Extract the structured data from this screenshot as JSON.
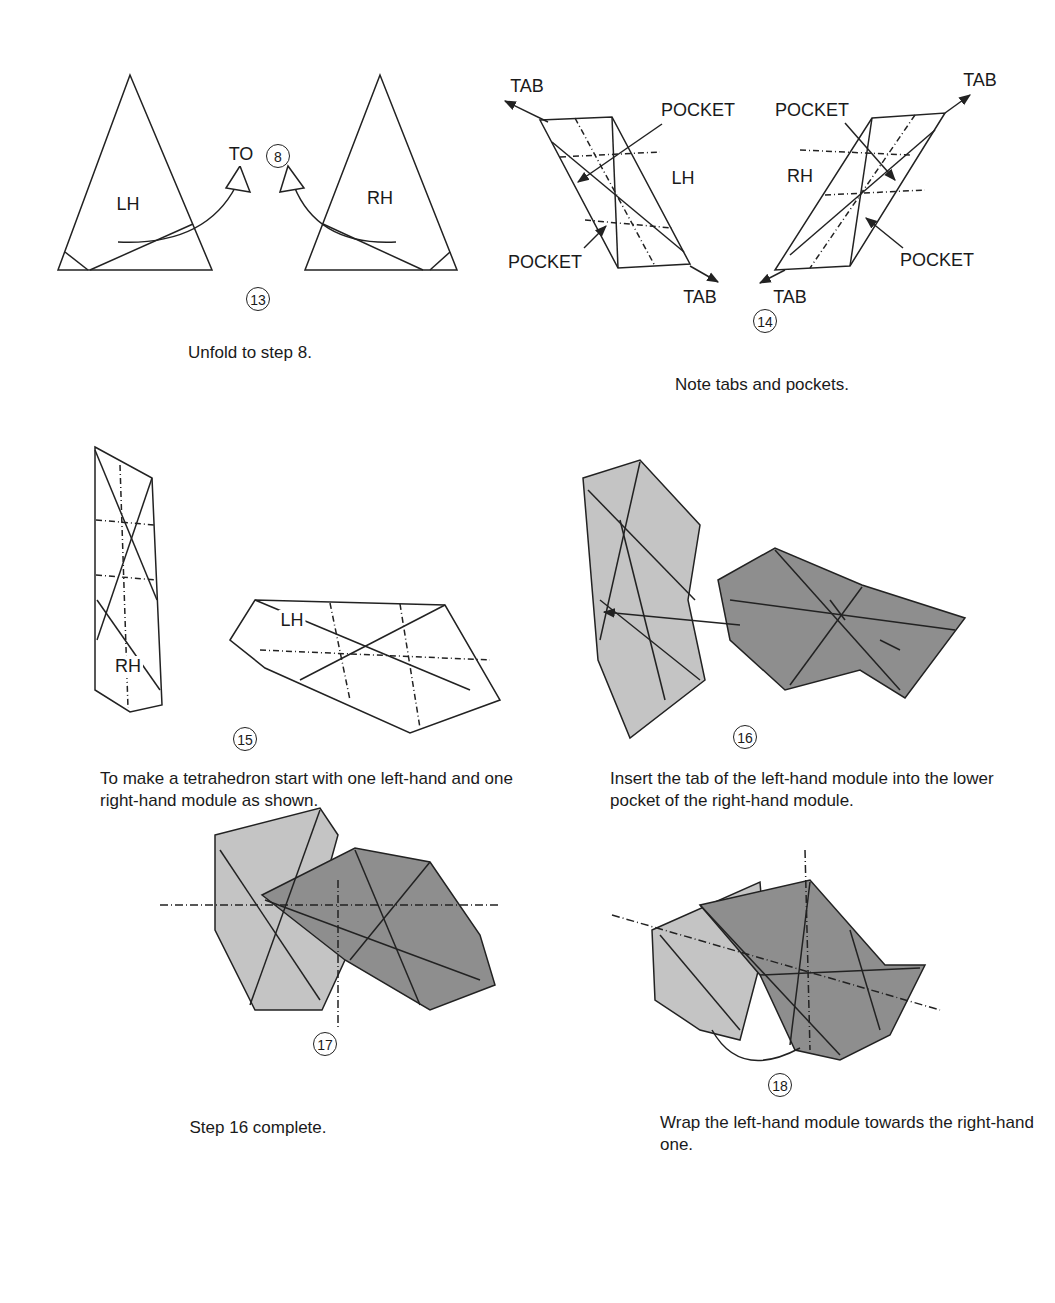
{
  "diagram": {
    "labels": [
      "LH",
      "TO",
      "8",
      "RH",
      "13",
      "Unfold to step 8.",
      "TAB",
      "POCKET",
      "LH",
      "POCKET",
      "TAB",
      "TAB",
      "POCKET",
      "RH",
      "POCKET",
      "TAB",
      "14",
      "Note tabs and pockets.",
      "RH",
      "LH",
      "15",
      "To make a tetrahedron start with one left-hand and one right-hand module as shown.",
      "16",
      "Insert the tab of the left-hand module into the lower pocket of the right-hand module.",
      "17",
      "Step 16 complete.",
      "18",
      "Wrap the left-hand module towards the right-hand one."
    ]
  }
}
